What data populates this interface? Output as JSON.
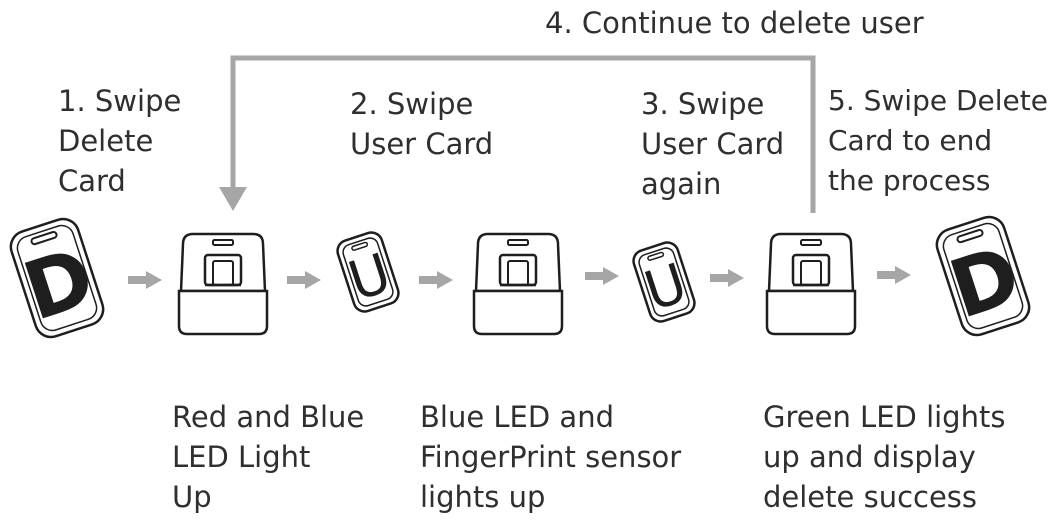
{
  "loop_label": "4. Continue to delete user",
  "steps": [
    {
      "lines": [
        "1. Swipe",
        "Delete",
        "Card"
      ]
    },
    {
      "lines": [
        "2. Swipe",
        "User Card"
      ]
    },
    {
      "lines": [
        "3. Swipe",
        "User Card",
        "again"
      ]
    },
    {
      "lines": [
        "5. Swipe Delete",
        "Card to end",
        "the process"
      ]
    }
  ],
  "results": [
    {
      "lines": [
        "Red and Blue",
        "LED Light",
        "Up"
      ]
    },
    {
      "lines": [
        "Blue LED and",
        "FingerPrint sensor",
        "lights up"
      ]
    },
    {
      "lines": [
        "Green LED lights",
        "up and display",
        "delete success"
      ]
    }
  ],
  "cards": [
    {
      "name": "delete-card",
      "letter": "D"
    },
    {
      "name": "user-card",
      "letter": "U"
    },
    {
      "name": "user-card",
      "letter": "U"
    },
    {
      "name": "delete-card",
      "letter": "D"
    }
  ],
  "colors": {
    "arrow": "#a6a6a6",
    "stroke": "#1e1e1e",
    "text": "#2f2f2f"
  }
}
